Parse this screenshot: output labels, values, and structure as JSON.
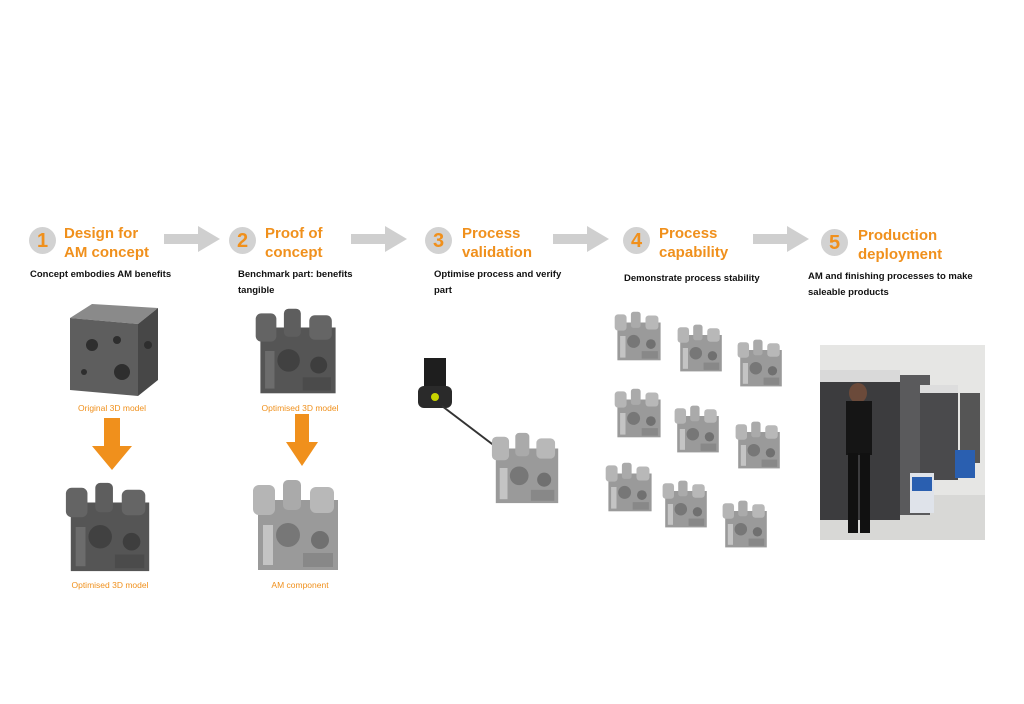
{
  "steps": [
    {
      "number": "1",
      "title_line1": "Design for",
      "title_line2": "AM concept",
      "description": "Concept embodies AM benefits",
      "captions": [
        "Original 3D model",
        "Optimised 3D model"
      ]
    },
    {
      "number": "2",
      "title_line1": "Proof of",
      "title_line2": "concept",
      "description": "Benchmark part: benefits tangible",
      "captions": [
        "Optimised 3D model",
        "AM component"
      ]
    },
    {
      "number": "3",
      "title_line1": "Process",
      "title_line2": "validation",
      "description": "Optimise process and verify part"
    },
    {
      "number": "4",
      "title_line1": "Process",
      "title_line2": "capability",
      "description": "Demonstrate process stability"
    },
    {
      "number": "5",
      "title_line1": "Production",
      "title_line2": "deployment",
      "description": "AM and finishing processes to make saleable products"
    }
  ],
  "colors": {
    "accent": "#f0901c",
    "arrow": "#cfcfcf",
    "circle": "#d2d2d2"
  }
}
